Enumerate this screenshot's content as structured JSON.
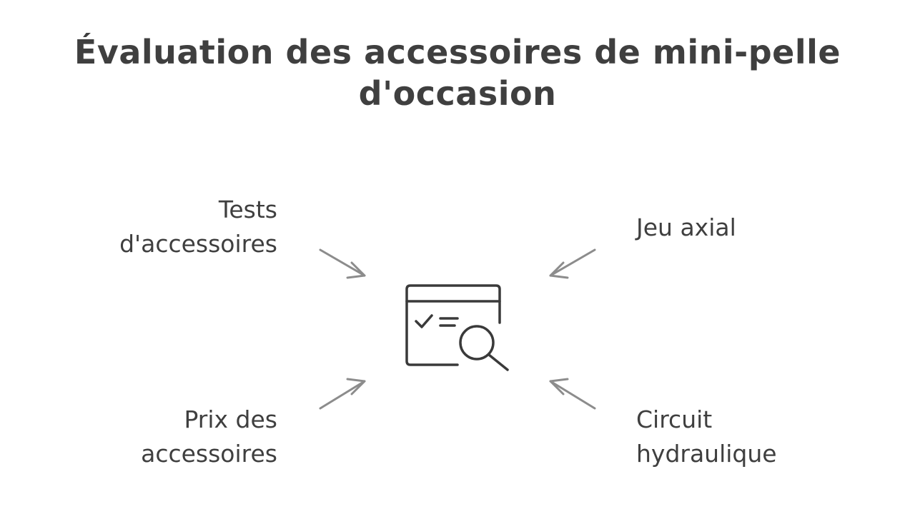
{
  "title": {
    "line1": "Évaluation des accessoires de mini-pelle",
    "line2": "d'occasion"
  },
  "items": [
    {
      "line1": "Tests",
      "line2": "d'accessoires"
    },
    {
      "line1": "Jeu axial",
      "line2": ""
    },
    {
      "line1": "Prix des",
      "line2": "accessoires"
    },
    {
      "line1": "Circuit",
      "line2": "hydraulique"
    }
  ],
  "center_icon": "inspection-checklist-magnifier-icon",
  "colors": {
    "text": "#3f3f3f",
    "arrow": "#8c8c8c",
    "icon": "#3a3a3a",
    "background": "#ffffff"
  }
}
